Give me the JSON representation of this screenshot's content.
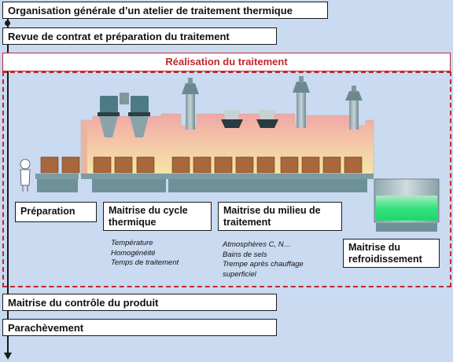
{
  "steps": {
    "organisation": "Organisation générale d’un atelier de traitement thermique",
    "revue": "Revue de contrat et préparation du traitement",
    "realisation": "Réalisation du traitement",
    "controle": "Maitrise du contrôle du produit",
    "parachevement": "Parachèvement"
  },
  "stages": {
    "preparation": "Préparation",
    "cycle_line1": "Maitrise du cycle",
    "cycle_line2": "thermique",
    "milieu_line1": "Maitrise du milieu de",
    "milieu_line2": "traitement",
    "refroid_line1": "Maitrise du",
    "refroid_line2": "refroidissement"
  },
  "cycle_notes": [
    "Température",
    "Homogénéité",
    "Temps de traitement"
  ],
  "milieu_notes": [
    "Atmosphères C, N…",
    "Bains de sels",
    "Trempe après chauffage",
    "superficiel"
  ],
  "colors": {
    "accent_red": "#c0272d",
    "background": "#c9daf1",
    "furnace_hot": "#f2a9a2",
    "furnace_warm": "#f4dca5",
    "parts": "#a8673c",
    "quench": "#2fe07a",
    "equipment": "#4f8591"
  },
  "icons": [
    "worker-icon",
    "furnace-icon",
    "parts-icon",
    "quench-tank-icon"
  ]
}
